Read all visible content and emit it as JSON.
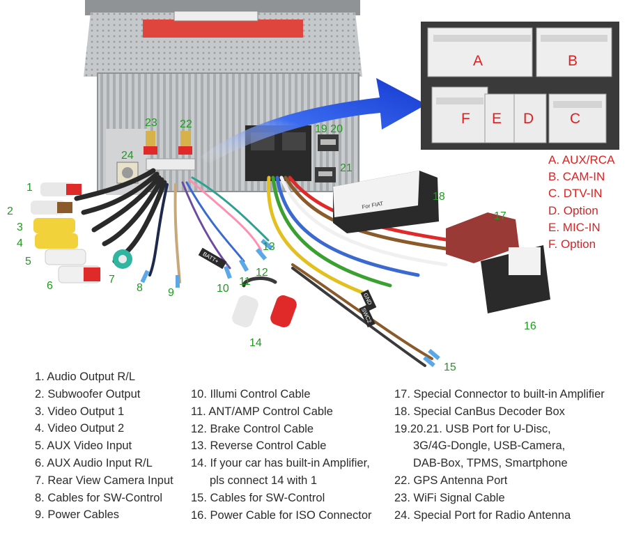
{
  "colors": {
    "number_green": "#1f9a1f",
    "legend_red": "#e02020",
    "arrow_blue": "#1a4ed8",
    "text_dark": "#2b2b2b",
    "chassis_gray": "#bfc3c6"
  },
  "image_numbers": {
    "n1": "1",
    "n2": "2",
    "n3": "3",
    "n4": "4",
    "n5": "5",
    "n6": "6",
    "n7": "7",
    "n8": "8",
    "n9": "9",
    "n10": "10",
    "n11": "11",
    "n12": "12",
    "n13": "13",
    "n14": "14",
    "n15": "15",
    "n16": "16",
    "n17": "17",
    "n18": "18",
    "n19_20": "19 20",
    "n21": "21",
    "n22": "22",
    "n23": "23",
    "n24": "24"
  },
  "connector_letters": {
    "A": "A",
    "B": "B",
    "C": "C",
    "D": "D",
    "E": "E",
    "F": "F"
  },
  "connector_legend": [
    "A. AUX/RCA",
    "B. CAM-IN",
    "C. DTV-IN",
    "D. Option",
    "E. MIC-IN",
    "F. Option"
  ],
  "cable_tags": {
    "batt": "BATT+",
    "gnd": "GND",
    "swc": "SWC2",
    "decoder": "For FIAT"
  },
  "parts_list": {
    "col1": [
      "1. Audio Output R/L",
      "2. Subwoofer Output",
      "3. Video Output 1",
      "4. Video Output 2",
      "5. AUX Video Input",
      "6. AUX Audio Input R/L",
      "7. Rear View Camera Input",
      "8. Cables for SW-Control",
      "9. Power Cables"
    ],
    "col2": [
      "10. Illumi Control Cable",
      "11. ANT/AMP Control Cable",
      "12. Brake Control Cable",
      "13. Reverse Control Cable",
      "14. If your car has built-in Amplifier,",
      "pls connect 14 with 1",
      "15. Cables for SW-Control",
      "16. Power Cable for ISO Connector"
    ],
    "col3": [
      "17. Special Connector to built-in Amplifier",
      "18. Special CanBus Decoder Box",
      "19.20.21. USB Port for U-Disc,",
      "3G/4G-Dongle, USB-Camera,",
      "DAB-Box, TPMS, Smartphone",
      "22. GPS Antenna Port",
      "23. WiFi Signal Cable",
      "24. Special Port for Radio Antenna"
    ]
  }
}
